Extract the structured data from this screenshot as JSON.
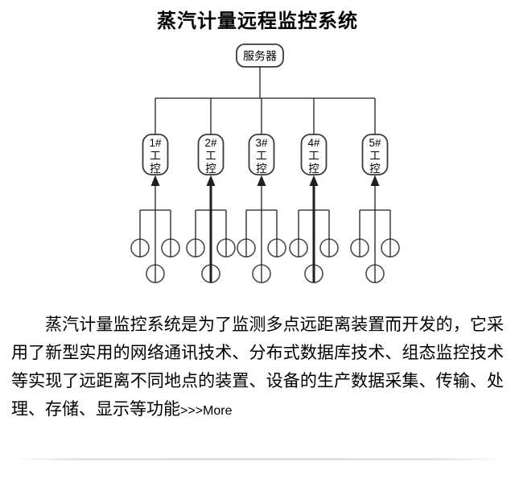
{
  "page": {
    "title": "蒸汽计量远程监控系统"
  },
  "diagram": {
    "server": {
      "label": "服务器"
    },
    "nodes": [
      {
        "lines": [
          "1#",
          "工",
          "控"
        ],
        "bold_link": false,
        "sensors": 3
      },
      {
        "lines": [
          "2#",
          "工",
          "控"
        ],
        "bold_link": true,
        "sensors": 3
      },
      {
        "lines": [
          "3#",
          "工",
          "控"
        ],
        "bold_link": false,
        "sensors": 3
      },
      {
        "lines": [
          "4#",
          "工",
          "控"
        ],
        "bold_link": true,
        "sensors": 3
      },
      {
        "lines": [
          "5#",
          "工",
          "控"
        ],
        "bold_link": false,
        "sensors": 3
      }
    ]
  },
  "description": {
    "text": "蒸汽计量监控系统是为了监测多点远距离装置而开发的，它采用了新型实用的网络通讯技术、分布式数据库技术、组态监控技术等实现了远距离不同地点的装置、设备的生产数据采集、传输、处理、存储、显示等功能",
    "more_label": ">>>More"
  },
  "colors": {
    "line": "#1f1f1f",
    "box_stroke": "#3a3a3a",
    "circle_stroke": "#4a4a4a",
    "text": "#000000",
    "divider": "#d9d9d9"
  }
}
